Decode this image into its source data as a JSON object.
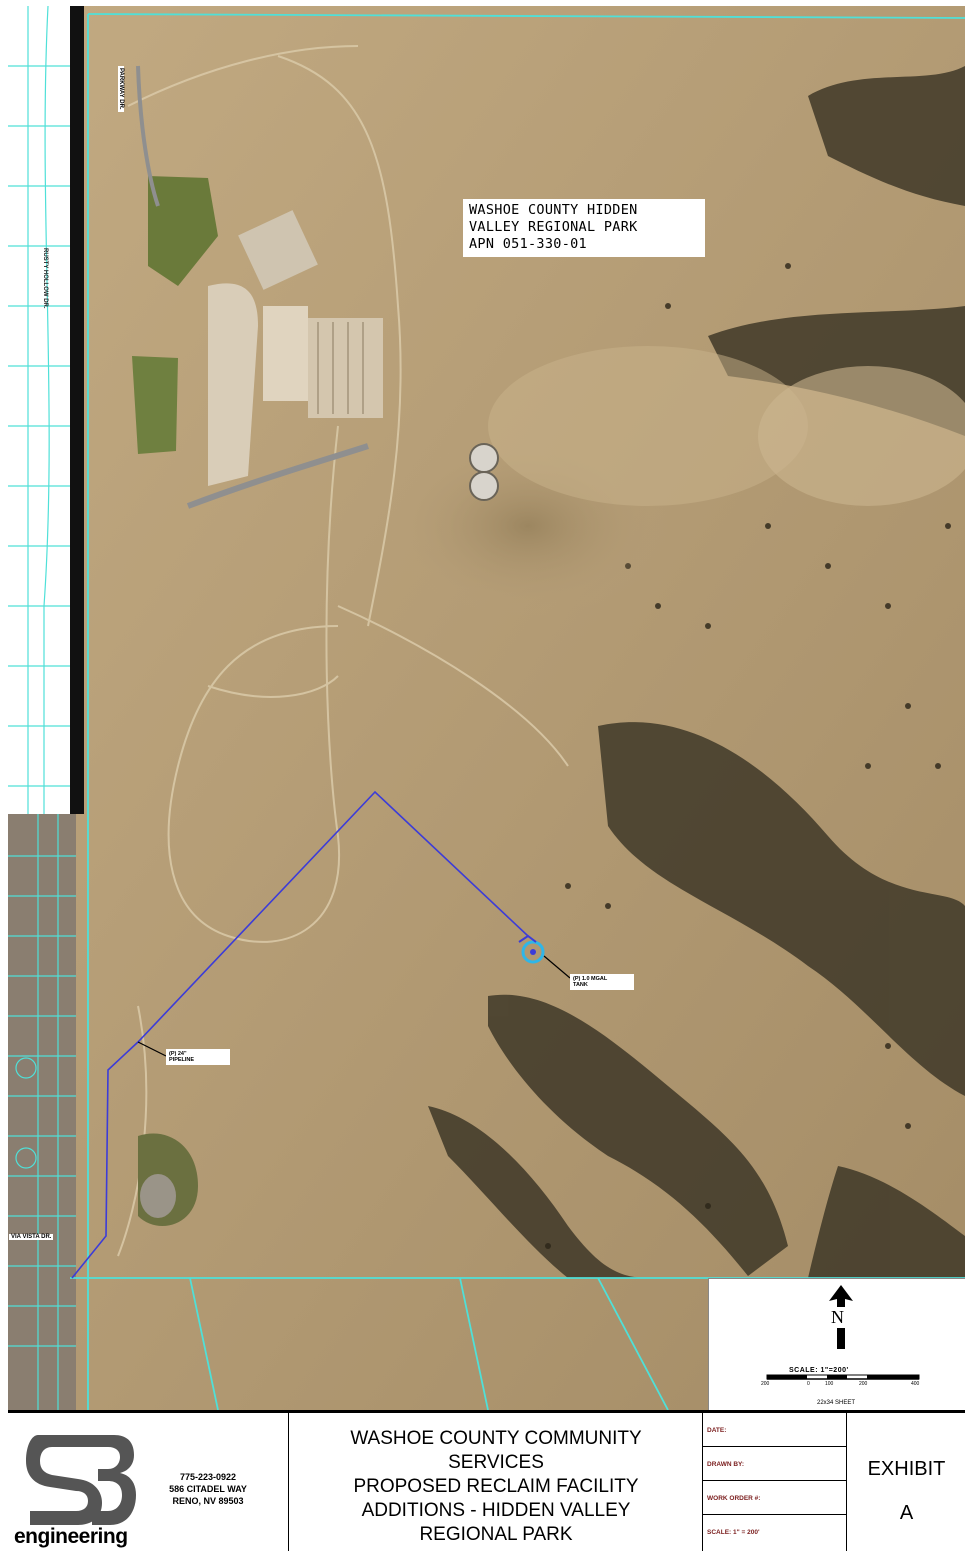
{
  "map": {
    "park_label": {
      "lines": [
        "WASHOE COUNTY HIDDEN",
        "VALLEY REGIONAL PARK",
        "APN 051-330-01"
      ]
    },
    "pipeline_label": [
      "(P) 24\"",
      "PIPELINE"
    ],
    "tank_label": [
      "(P) 1.0 MGAL",
      "TANK"
    ],
    "streets": {
      "top": "PARKWAY DR.",
      "left": "RUSTY HOLLOW DR.",
      "bottom": "VIA VISTA DR."
    },
    "north_label": "N",
    "scale": {
      "text": "SCALE: 1\"=200'",
      "ticks": [
        "200",
        "0",
        "100",
        "200",
        "",
        "400"
      ],
      "sheet": "22x34 SHEET"
    }
  },
  "title_block": {
    "logo_text": "engineering",
    "contact": {
      "phone": "775-223-0922",
      "address1": "586 CITADEL WAY",
      "address2": "RENO, NV 89503"
    },
    "project_title": [
      "WASHOE COUNTY COMMUNITY",
      "SERVICES",
      "PROPOSED RECLAIM FACILITY",
      "ADDITIONS - HIDDEN VALLEY",
      "REGIONAL PARK"
    ],
    "meta": {
      "date": "DATE:",
      "drawn_by": "DRAWN BY:",
      "work_order": "WORK ORDER #:",
      "scale": "SCALE:  1\" = 200'"
    },
    "exhibit": "EXHIBIT",
    "exhibit_letter": "A"
  },
  "colors": {
    "parcel_lines": "#4fe0d8",
    "pipeline": "#3c3cd8",
    "terrain": "#b59c73",
    "shadow": "#3b3426",
    "meta_text": "#7a1d1d"
  }
}
